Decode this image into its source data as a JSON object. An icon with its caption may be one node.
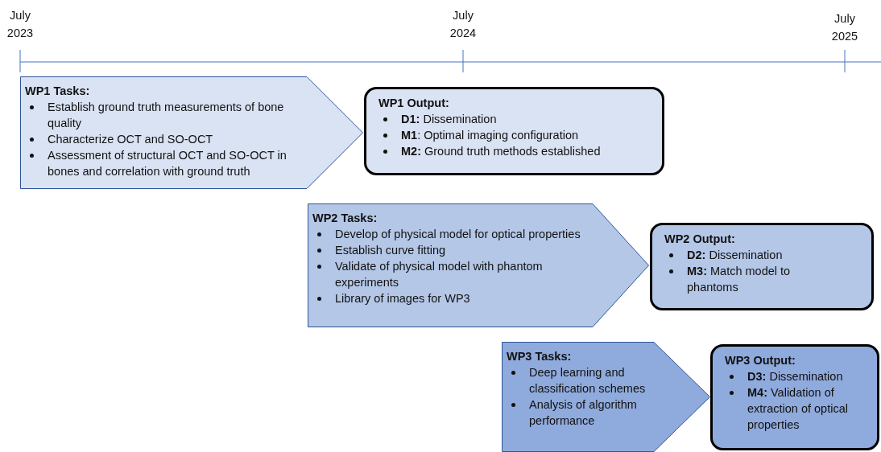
{
  "diagram": {
    "nodes": [
      {
        "text": [
          "WP1 Tasks:",
          "Establish ground truth measurements of bone quality",
          "Characterize OCT and SO-OCT",
          "Assessment of structural OCT and SO-OCT in bones and correlation with ground truth"
        ]
      },
      {
        "text": [
          "WP1 Output:",
          "**D1:** Dissemination",
          "**M1**: Optimal imaging configuration",
          "**M2:** Ground truth methods established"
        ]
      },
      {
        "text": [
          "WP2 Tasks:",
          "Develop of physical model for optical properties",
          "Establish curve fitting",
          "Validate of physical model with phantom experiments",
          "Library of images for WP3"
        ]
      },
      {
        "text": [
          "WP2 Output:",
          "**D2:** Dissemination",
          "**M3:** Match model to phantoms"
        ]
      },
      {
        "text": [
          "WP3 Tasks:",
          "Deep learning and classification schemes",
          "Analysis of algorithm performance"
        ]
      },
      {
        "text": [
          "WP3 Output:",
          "**D3:** Dissemination",
          "**M4:** Validation of extraction of optical properties"
        ]
      }
    ],
    "labels": [
      "July 2023",
      "July 2024",
      "July 2025"
    ]
  }
}
